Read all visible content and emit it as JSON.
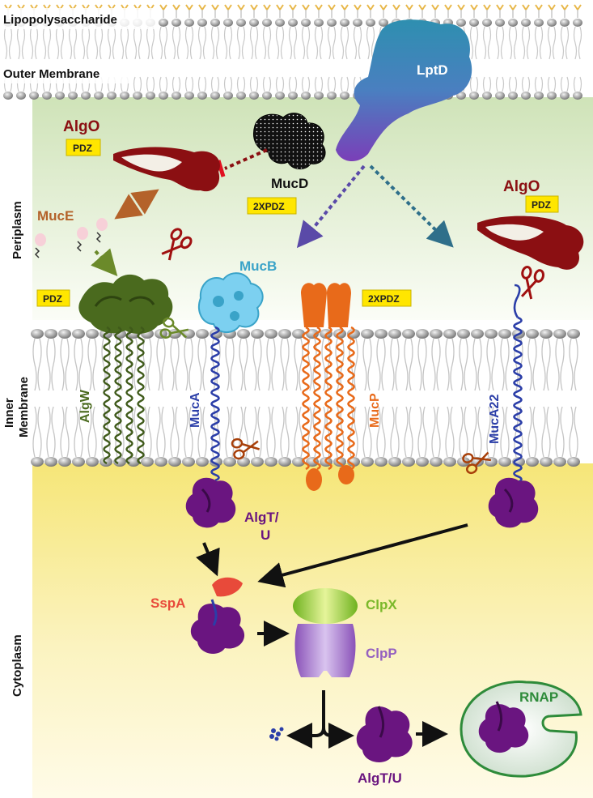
{
  "regions": {
    "lipopolysaccharide": "Lipopolysaccharide",
    "outer_membrane": "Outer Membrane",
    "periplasm": "Periplasm",
    "inner_membrane_line1": "Inner",
    "inner_membrane_line2": "Membrane",
    "cytoplasm": "Cytoplasm"
  },
  "proteins": {
    "lptd": "LptD",
    "algo_left": "AlgO",
    "algo_right": "AlgO",
    "mucd": "MucD",
    "muce": "MucE",
    "mucb": "MucB",
    "algw": "AlgW",
    "muca": "MucA",
    "mucp": "MucP",
    "muca22": "MucA22",
    "algtu_membrane_line1": "AlgT/",
    "algtu_membrane_line2": "U",
    "sspa": "SspA",
    "clpx": "ClpX",
    "clpp": "ClpP",
    "rnap": "RNAP",
    "algtu_free": "AlgT/U"
  },
  "badges": {
    "pdz_algo_left": "PDZ",
    "pdz_algo_right": "PDZ",
    "pdz_algw": "PDZ",
    "xpdz_mucd": "2XPDZ",
    "xpdz_mucp": "2XPDZ"
  },
  "colors": {
    "algo": "#8b0f12",
    "mucd": "#111111",
    "muce": "#b4622a",
    "mucb": "#3aa3c8",
    "algw": "#3f5a1a",
    "muca": "#2b3ea8",
    "mucp": "#e86a1a",
    "algtu": "#6a1580",
    "sspa": "#e84a3a",
    "clpx": "#8cc83a",
    "clpp": "#9560c0",
    "rnap": "#2e8b3a",
    "lptd": "#4a7fc0"
  }
}
